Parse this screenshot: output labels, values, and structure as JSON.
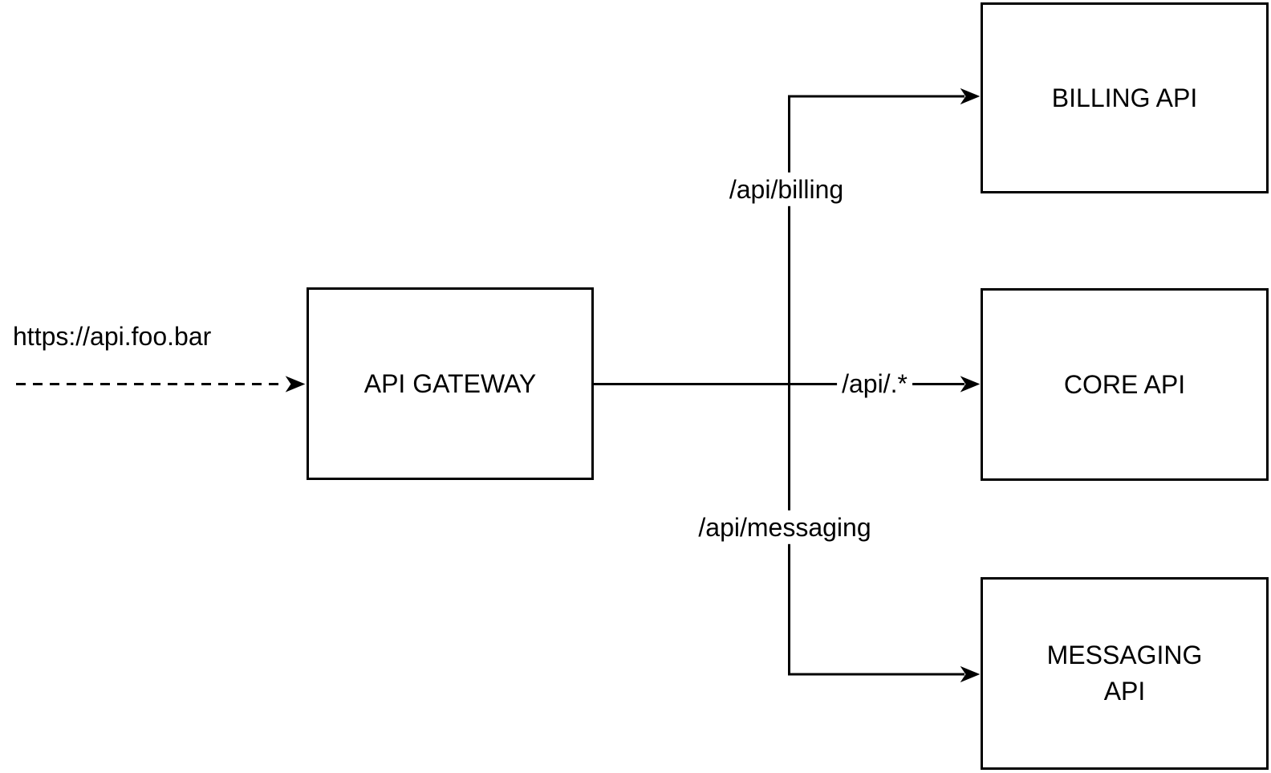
{
  "diagram": {
    "title": "API gateway routing diagram",
    "colors": {
      "background": "#ffffff",
      "stroke": "#000000",
      "text": "#000000"
    },
    "entry": {
      "label": "https://api.foo.bar"
    },
    "nodes": [
      {
        "id": "api-gateway",
        "label": "API GATEWAY"
      },
      {
        "id": "billing-api",
        "label": "BILLING API"
      },
      {
        "id": "core-api",
        "label": "CORE API"
      },
      {
        "id": "messaging-api",
        "label": "MESSAGING API"
      }
    ],
    "edges": [
      {
        "id": "client-to-gateway",
        "from": "client",
        "to": "api-gateway",
        "label": "https://api.foo.bar",
        "style": "dashed"
      },
      {
        "id": "gateway-to-billing",
        "from": "api-gateway",
        "to": "billing-api",
        "label": "/api/billing",
        "style": "solid"
      },
      {
        "id": "gateway-to-core",
        "from": "api-gateway",
        "to": "core-api",
        "label": "/api/.*",
        "style": "solid"
      },
      {
        "id": "gateway-to-messaging",
        "from": "api-gateway",
        "to": "messaging-api",
        "label": "/api/messaging",
        "style": "solid"
      }
    ]
  }
}
